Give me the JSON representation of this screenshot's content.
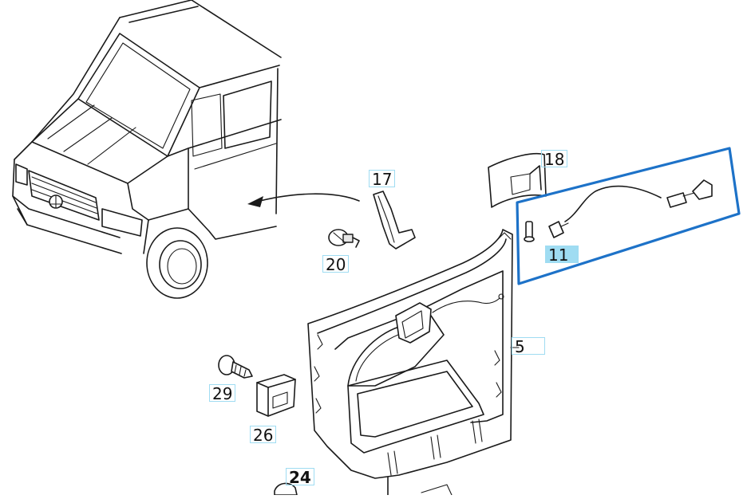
{
  "diagram": {
    "callouts": [
      {
        "id": "17",
        "label": "17",
        "selected": false,
        "bold": false
      },
      {
        "id": "18",
        "label": "18",
        "selected": false,
        "bold": false
      },
      {
        "id": "11",
        "label": "11",
        "selected": true,
        "bold": false
      },
      {
        "id": "20",
        "label": "20",
        "selected": false,
        "bold": false
      },
      {
        "id": "5",
        "label": "5",
        "selected": false,
        "bold": false
      },
      {
        "id": "29",
        "label": "29",
        "selected": false,
        "bold": false
      },
      {
        "id": "26",
        "label": "26",
        "selected": false,
        "bold": false
      },
      {
        "id": "24",
        "label": "24",
        "selected": false,
        "bold": true
      }
    ],
    "highlight_color": "#1d72c8",
    "callout_border_color": "#9fdcf2",
    "selected_fill_color": "#9fdcf2"
  }
}
